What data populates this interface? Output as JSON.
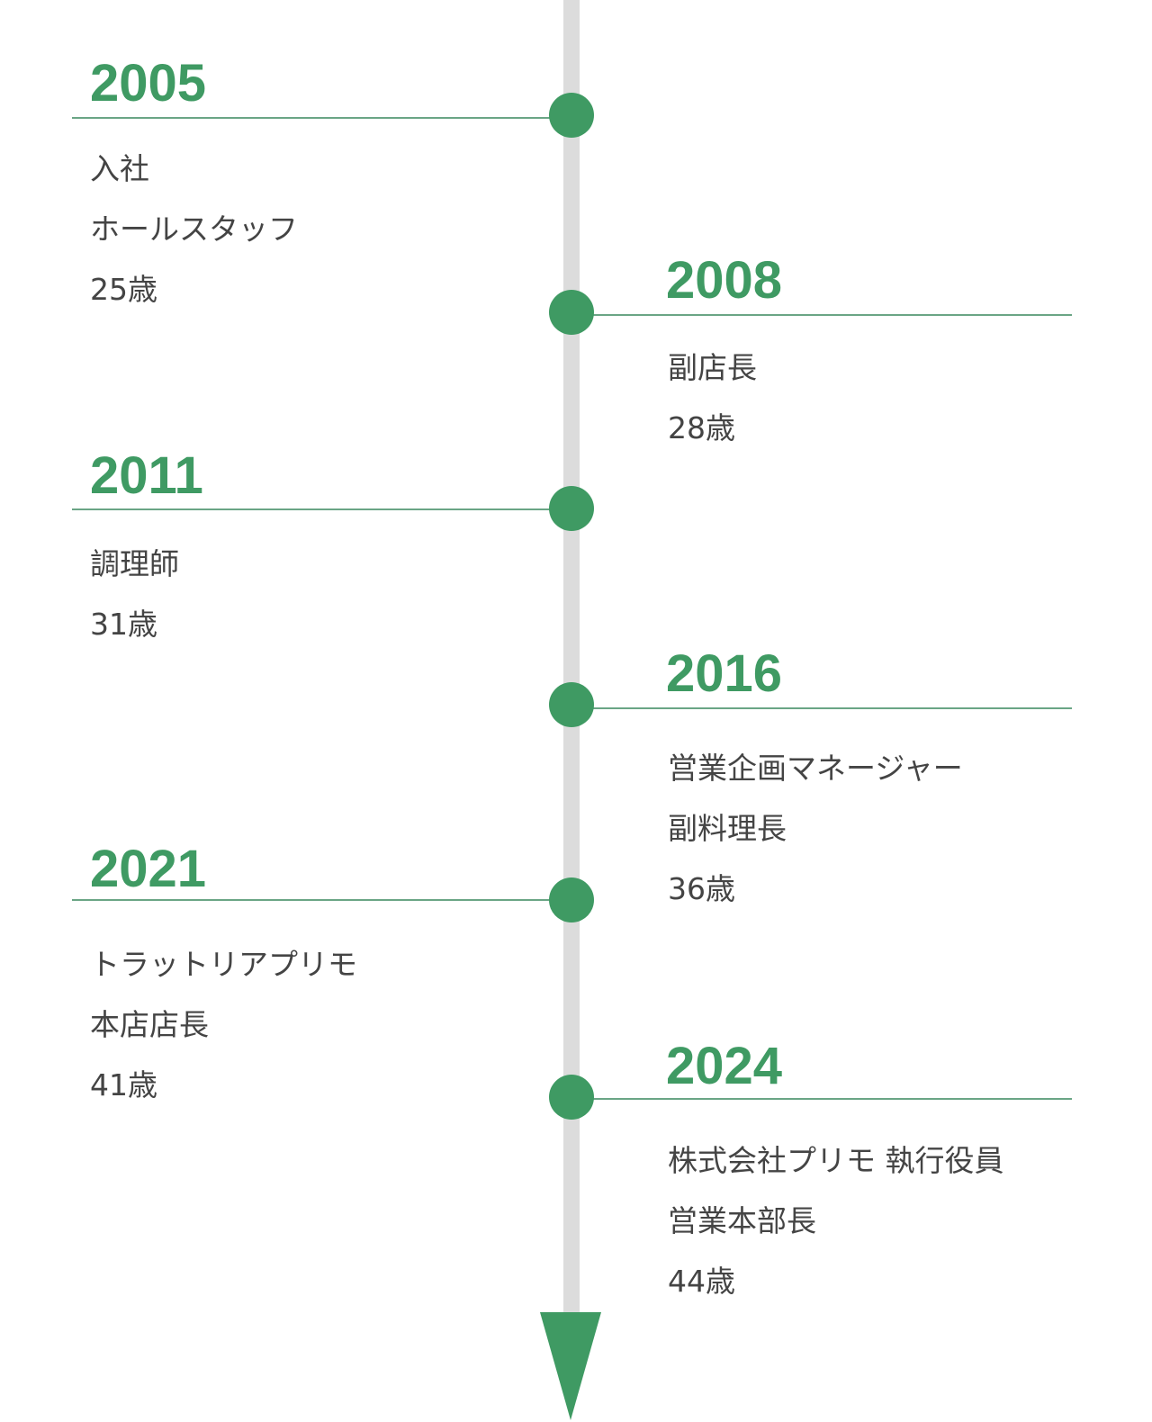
{
  "colors": {
    "accent": "#3f9a63",
    "rail": "#dcdcdc",
    "text": "#444444",
    "rule": "#6aa585"
  },
  "timeline": {
    "entries": [
      {
        "year": "2005",
        "side": "left",
        "lines": [
          "入社",
          "ホールスタッフ",
          "25歳"
        ]
      },
      {
        "year": "2008",
        "side": "right",
        "lines": [
          "副店長",
          "28歳"
        ]
      },
      {
        "year": "2011",
        "side": "left",
        "lines": [
          "調理師",
          "31歳"
        ]
      },
      {
        "year": "2016",
        "side": "right",
        "lines": [
          "営業企画マネージャー",
          "副料理長",
          "36歳"
        ]
      },
      {
        "year": "2021",
        "side": "left",
        "lines": [
          "トラットリアプリモ",
          "本店店長",
          "41歳"
        ]
      },
      {
        "year": "2024",
        "side": "right",
        "lines": [
          "株式会社プリモ 執行役員",
          "営業本部長",
          "44歳"
        ]
      }
    ],
    "end_marker": "arrow-down-icon"
  }
}
